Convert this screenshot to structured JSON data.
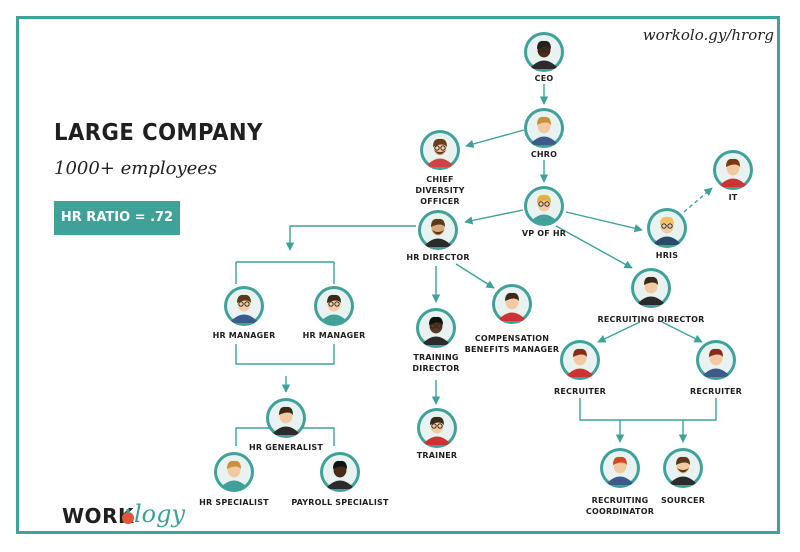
{
  "header": {
    "url": "workolo.gy/hrorg"
  },
  "title": {
    "line1": "LARGE COMPANY",
    "line2": "1000+ employees"
  },
  "ratio_badge": "HR RATIO = .72",
  "logo": {
    "part1": "WORK",
    "part2": "logy"
  },
  "colors": {
    "accent": "#3fa197",
    "ring": "#3fa197",
    "text": "#1f1f1f"
  },
  "nodes": [
    {
      "id": "ceo",
      "label": "CEO"
    },
    {
      "id": "chro",
      "label": "CHRO"
    },
    {
      "id": "cdo",
      "label": "CHIEF DIVERSITY OFFICER"
    },
    {
      "id": "vphr",
      "label": "VP OF HR"
    },
    {
      "id": "it",
      "label": "IT"
    },
    {
      "id": "hris",
      "label": "HRIS"
    },
    {
      "id": "hrdir",
      "label": "HR DIRECTOR"
    },
    {
      "id": "hrm1",
      "label": "HR MANAGER"
    },
    {
      "id": "hrm2",
      "label": "HR MANAGER"
    },
    {
      "id": "train",
      "label": "TRAINING DIRECTOR"
    },
    {
      "id": "comp",
      "label": "COMPENSATION BENEFITS MANAGER"
    },
    {
      "id": "recdir",
      "label": "RECRUITING DIRECTOR"
    },
    {
      "id": "rec1",
      "label": "RECRUITER"
    },
    {
      "id": "rec2",
      "label": "RECRUITER"
    },
    {
      "id": "hrgen",
      "label": "HR GENERALIST"
    },
    {
      "id": "hrspec",
      "label": "HR SPECIALIST"
    },
    {
      "id": "payroll",
      "label": "PAYROLL SPECIALIST"
    },
    {
      "id": "trainer",
      "label": "TRAINER"
    },
    {
      "id": "reccoord",
      "label": "RECRUITING COORDINATOR"
    },
    {
      "id": "sourcer",
      "label": "SOURCER"
    }
  ]
}
